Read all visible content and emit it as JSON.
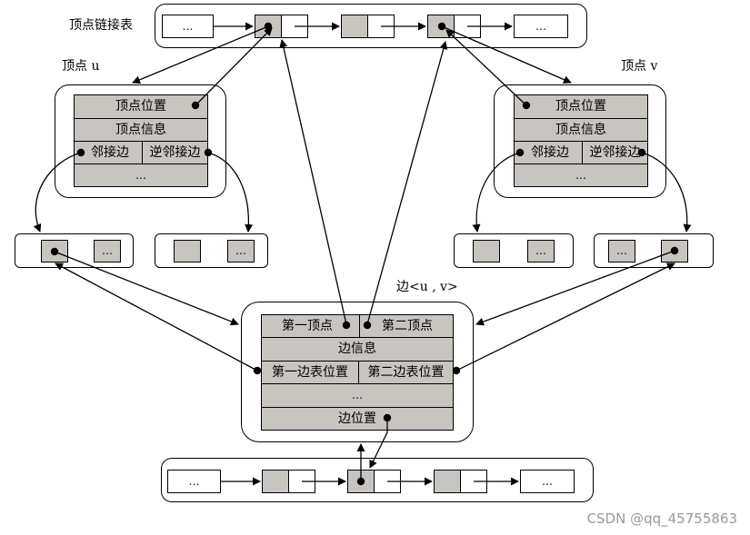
{
  "labels": {
    "vertex_list": "顶点链接表",
    "vertex_u": "顶点 u",
    "vertex_v": "顶点 v",
    "edge_uv": "边<u , v>"
  },
  "vertex_node": {
    "position": "顶点位置",
    "info": "顶点信息",
    "adjacent_edge": "邻接边",
    "reverse_adjacent_edge": "逆邻接边",
    "more": "…"
  },
  "edge_node": {
    "first_vertex": "第一顶点",
    "second_vertex": "第二顶点",
    "info": "边信息",
    "first_edge_list_pos": "第一边表位置",
    "second_edge_list_pos": "第二边表位置",
    "more": "…",
    "edge_position": "边位置"
  },
  "list_cell_text": "…",
  "watermark": "CSDN @qq_45755863"
}
